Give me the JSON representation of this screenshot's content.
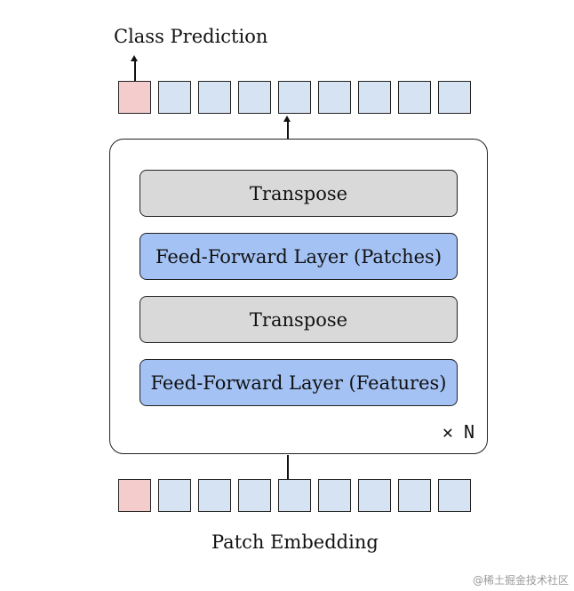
{
  "output_label": "Class Prediction",
  "input_label": "Patch Embedding",
  "block": {
    "layers": [
      {
        "label": "Transpose",
        "kind": "transpose"
      },
      {
        "label": "Feed-Forward Layer (Patches)",
        "kind": "feed-forward"
      },
      {
        "label": "Transpose",
        "kind": "transpose"
      },
      {
        "label": "Feed-Forward Layer (Features)",
        "kind": "feed-forward"
      }
    ],
    "repeat_label": "✕ N"
  },
  "tokens": {
    "count": 9,
    "class_token_index": 0
  },
  "colors": {
    "class_token": "#f4cccc",
    "patch_token": "#d5e3f2",
    "transpose_layer": "#d9d9d9",
    "feed_forward_layer": "#a4c2f4"
  },
  "watermark": "@稀土掘金技术社区"
}
